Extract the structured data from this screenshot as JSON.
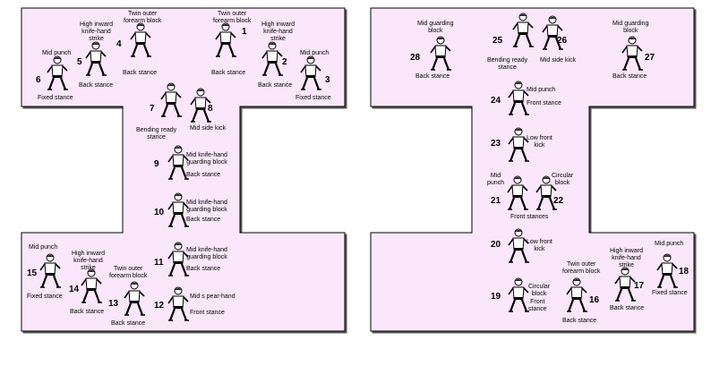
{
  "panels": {
    "left": {
      "moves": [
        {
          "n": "1",
          "label": "Twin outer\nforearm block",
          "stance": "Back stance"
        },
        {
          "n": "2",
          "label": "High inward\nknife-hand\nstrike",
          "stance": "Back stance"
        },
        {
          "n": "3",
          "label": "Mid punch",
          "stance": "Fixed stance"
        },
        {
          "n": "4",
          "label": "Twin outer\nforearm block",
          "stance": "Back stance"
        },
        {
          "n": "5",
          "label": "High inward\nknife-hand\nstrike",
          "stance": "Back stance"
        },
        {
          "n": "6",
          "label": "Mid punch",
          "stance": "Fixed stance"
        },
        {
          "n": "7",
          "label": "",
          "stance": "Bending ready\nstance"
        },
        {
          "n": "8",
          "label": "Mid side kick",
          "stance": ""
        },
        {
          "n": "9",
          "label": "Mid knife-hand\nguarding block",
          "stance": "Back stance"
        },
        {
          "n": "10",
          "label": "Mid knife-hand\nguarding block",
          "stance": "Back stance"
        },
        {
          "n": "11",
          "label": "Mid knife-hand\nguarding block",
          "stance": "Back stance"
        },
        {
          "n": "12",
          "label": "Mid s pear-hand",
          "stance": "Front stance"
        },
        {
          "n": "13",
          "label": "Twin outer\nforearm block",
          "stance": "Back stance"
        },
        {
          "n": "14",
          "label": "High inward\nknife-hand\nstrike",
          "stance": "Back stance"
        },
        {
          "n": "15",
          "label": "Mid punch",
          "stance": "Fixed stance"
        }
      ]
    },
    "right": {
      "moves": [
        {
          "n": "16",
          "label": "Twin outer\nforearm block",
          "stance": "Back stance"
        },
        {
          "n": "17",
          "label": "High inward\nknife-hand\nstrike",
          "stance": "Back stance"
        },
        {
          "n": "18",
          "label": "Mid punch",
          "stance": "Fixed stance"
        },
        {
          "n": "19",
          "label": "Circular\nblock",
          "stance": "Front\nstance"
        },
        {
          "n": "20",
          "label": "Low front\nkick",
          "stance": ""
        },
        {
          "n": "21",
          "label": "Mid\npunch",
          "stance": ""
        },
        {
          "n": "22",
          "label": "Circular\nblock",
          "stance": ""
        },
        {
          "n": "21-22-stance",
          "label": "",
          "stance": "Front stances"
        },
        {
          "n": "23",
          "label": "Low front\nkick",
          "stance": ""
        },
        {
          "n": "24",
          "label": "Mid punch",
          "stance": "Front stance"
        },
        {
          "n": "25",
          "label": "",
          "stance": "Bending ready\nstance"
        },
        {
          "n": "26",
          "label": "Mid side kick",
          "stance": ""
        },
        {
          "n": "27",
          "label": "Mid guarding\nblock",
          "stance": "Back stance"
        },
        {
          "n": "28",
          "label": "Mid guarding\nblock",
          "stance": "Back stance"
        },
        {
          "n": "start",
          "label": "",
          "stance": ""
        }
      ]
    }
  }
}
